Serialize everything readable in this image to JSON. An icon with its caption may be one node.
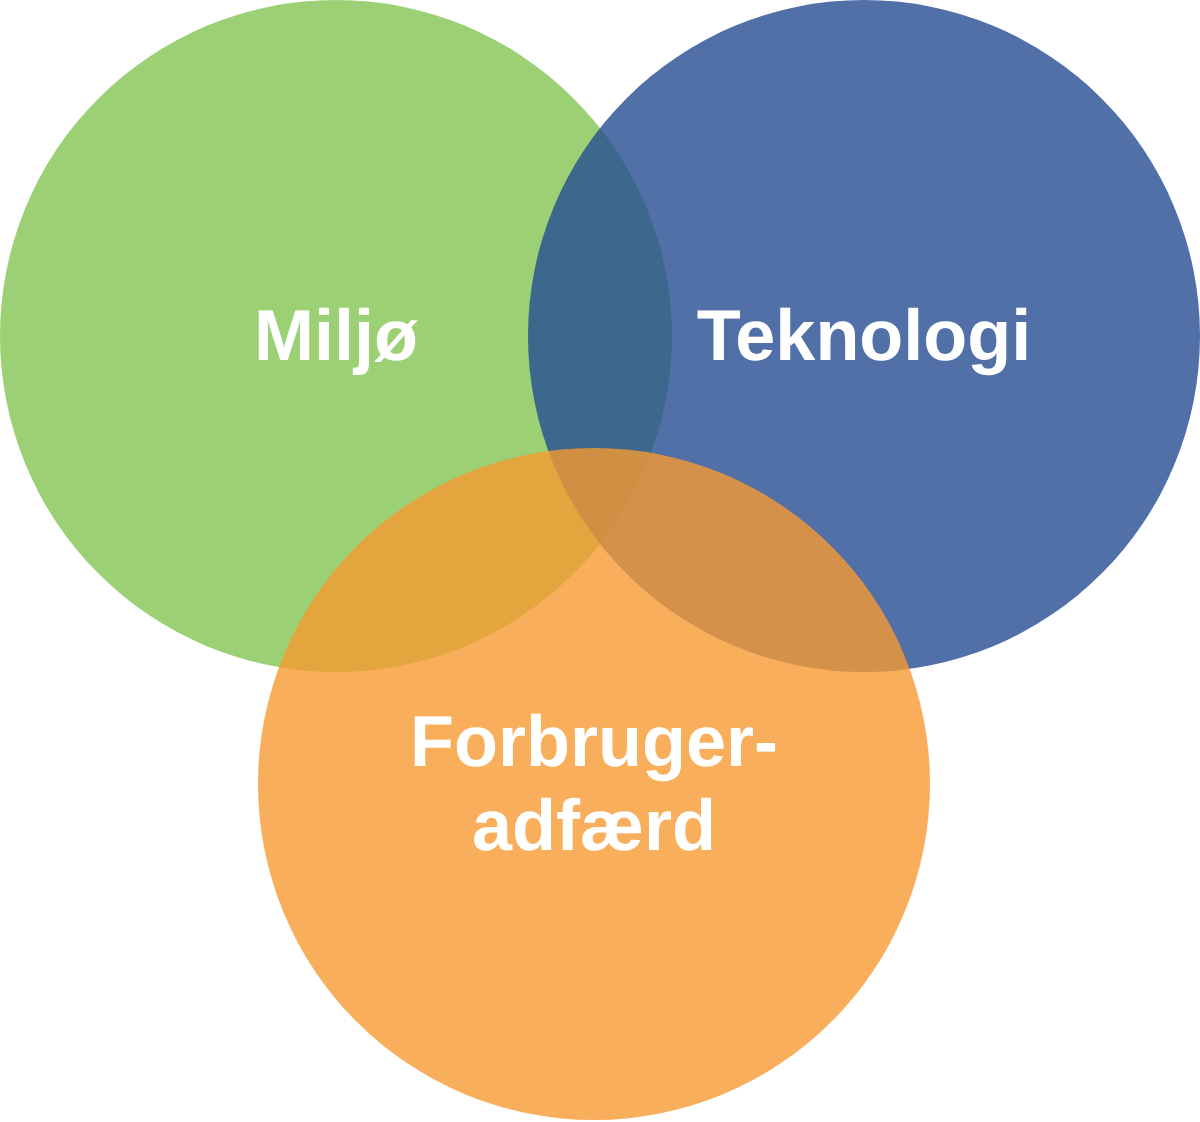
{
  "diagram": {
    "nodes": [
      {
        "text": [
          "Miljø"
        ]
      },
      {
        "text": [
          "Teknologi"
        ]
      },
      {
        "text": [
          "Forbruger- adfærd"
        ]
      }
    ]
  }
}
